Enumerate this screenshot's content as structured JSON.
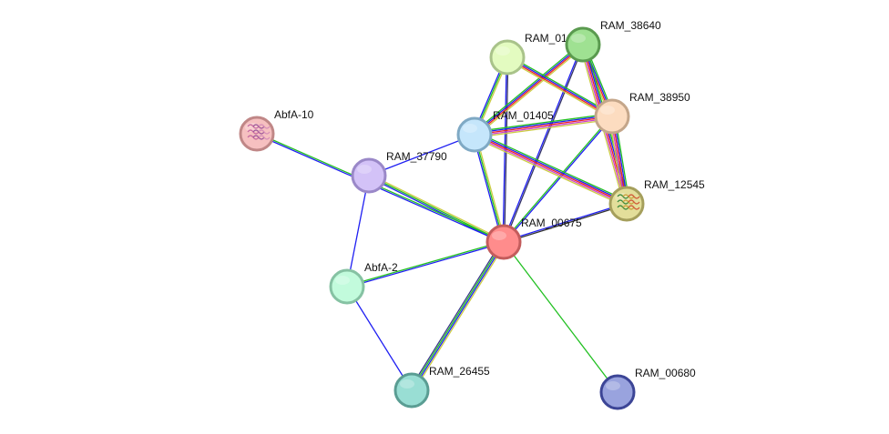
{
  "network": {
    "nodes": [
      {
        "id": "RAM_00675",
        "label": "RAM_00675",
        "fill": "#ff8c8c",
        "stroke": "#c35c5c",
        "query": true
      },
      {
        "id": "RAM_01405",
        "label": "RAM_01405",
        "fill": "#c5e6fb",
        "stroke": "#7fa9c4"
      },
      {
        "id": "RAM_01",
        "label": "RAM_01",
        "fill": "#e3fbc0",
        "stroke": "#a9c38a"
      },
      {
        "id": "RAM_38640",
        "label": "RAM_38640",
        "fill": "#9fe192",
        "stroke": "#5a9a4f"
      },
      {
        "id": "RAM_38950",
        "label": "RAM_38950",
        "fill": "#fcdcc0",
        "stroke": "#c4a68a"
      },
      {
        "id": "RAM_12545",
        "label": "RAM_12545",
        "fill": "#e3de9a",
        "stroke": "#a59f5c",
        "has_structure": true
      },
      {
        "id": "RAM_37790",
        "label": "RAM_37790",
        "fill": "#d3c2f7",
        "stroke": "#9a88c8"
      },
      {
        "id": "AbfA-10",
        "label": "AbfA-10",
        "fill": "#f6c0c0",
        "stroke": "#c08787",
        "has_structure": true
      },
      {
        "id": "AbfA-2",
        "label": "AbfA-2",
        "fill": "#c2fbdc",
        "stroke": "#86c2a3"
      },
      {
        "id": "RAM_26455",
        "label": "RAM_26455",
        "fill": "#99ded4",
        "stroke": "#5a9d93"
      },
      {
        "id": "RAM_00680",
        "label": "RAM_00680",
        "fill": "#99a3de",
        "stroke": "#3c4596"
      }
    ],
    "edges": [
      {
        "source": "RAM_00675",
        "target": "RAM_01405",
        "channels": [
          "#1f1ff2",
          "#22c022",
          "#cccc44"
        ]
      },
      {
        "source": "RAM_00675",
        "target": "RAM_01",
        "channels": [
          "#1f1ff2",
          "#333366"
        ]
      },
      {
        "source": "RAM_00675",
        "target": "RAM_38640",
        "channels": [
          "#1f1ff2",
          "#333366"
        ]
      },
      {
        "source": "RAM_00675",
        "target": "RAM_38950",
        "channels": [
          "#22c022",
          "#1f1ff2"
        ]
      },
      {
        "source": "RAM_00675",
        "target": "RAM_12545",
        "channels": [
          "#1f1ff2",
          "#333333"
        ]
      },
      {
        "source": "RAM_00675",
        "target": "RAM_37790",
        "channels": [
          "#1f1ff2",
          "#22c022",
          "#cccc44"
        ]
      },
      {
        "source": "RAM_00675",
        "target": "AbfA-10",
        "channels": [
          "#1f1ff2",
          "#22c022"
        ]
      },
      {
        "source": "RAM_00675",
        "target": "AbfA-2",
        "channels": [
          "#1f1ff2",
          "#22c022"
        ]
      },
      {
        "source": "RAM_00675",
        "target": "RAM_26455",
        "channels": [
          "#cccc44",
          "#1f1ff2",
          "#22c022",
          "#3a3a88"
        ]
      },
      {
        "source": "RAM_00675",
        "target": "RAM_00680",
        "channels": [
          "#22c022"
        ]
      },
      {
        "source": "RAM_01405",
        "target": "RAM_01",
        "channels": [
          "#1f1ff2",
          "#22c022",
          "#cccc44"
        ]
      },
      {
        "source": "RAM_01405",
        "target": "RAM_38640",
        "channels": [
          "#22c022",
          "#1f1ff2",
          "#ee2222",
          "#cccc44"
        ]
      },
      {
        "source": "RAM_01405",
        "target": "RAM_38950",
        "channels": [
          "#22c022",
          "#1f1ff2",
          "#ee2222",
          "#cc44cc",
          "#cccc44"
        ]
      },
      {
        "source": "RAM_01405",
        "target": "RAM_12545",
        "channels": [
          "#22c022",
          "#1f1ff2",
          "#ee2222",
          "#cc44cc",
          "#cccc44"
        ]
      },
      {
        "source": "RAM_01405",
        "target": "RAM_37790",
        "channels": [
          "#1f1ff2"
        ]
      },
      {
        "source": "RAM_01",
        "target": "RAM_38950",
        "channels": [
          "#22c022",
          "#1f1ff2",
          "#ee2222",
          "#cccc44"
        ]
      },
      {
        "source": "RAM_38640",
        "target": "RAM_38950",
        "channels": [
          "#22c022",
          "#1f1ff2",
          "#ee2222",
          "#cccc44"
        ]
      },
      {
        "source": "RAM_38640",
        "target": "RAM_12545",
        "channels": [
          "#22c022",
          "#1f1ff2",
          "#ee2222",
          "#cc44cc",
          "#cccc44"
        ]
      },
      {
        "source": "RAM_38950",
        "target": "RAM_12545",
        "channels": [
          "#22c022",
          "#1f1ff2",
          "#ee2222",
          "#cc44cc",
          "#cccc44"
        ]
      },
      {
        "source": "RAM_37790",
        "target": "AbfA-2",
        "channels": [
          "#1f1ff2"
        ]
      },
      {
        "source": "AbfA-2",
        "target": "RAM_26455",
        "channels": [
          "#1f1ff2"
        ]
      }
    ]
  }
}
